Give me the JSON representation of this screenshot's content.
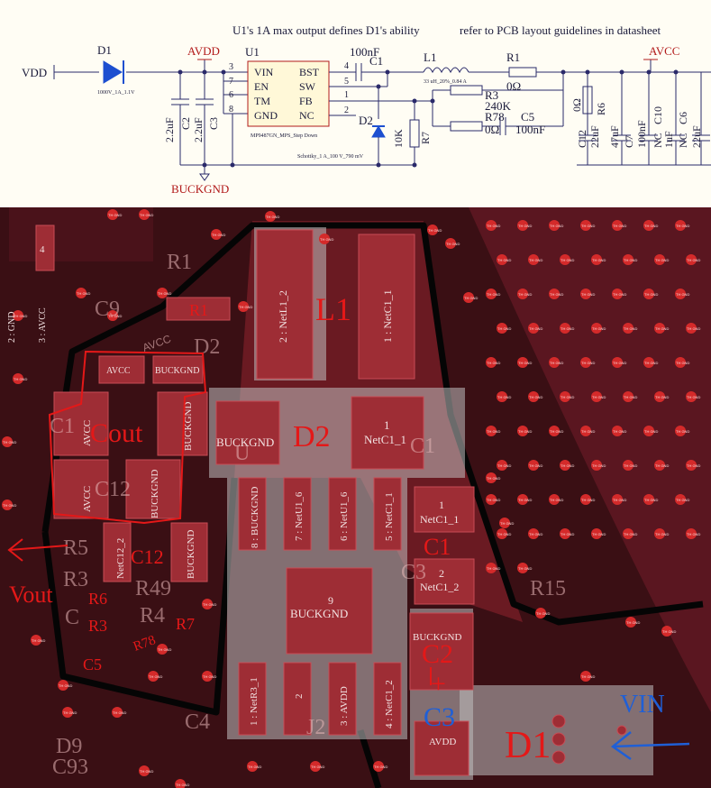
{
  "schematic": {
    "notes": {
      "d1_ability": "U1's 1A max output defines D1's ability",
      "pcb_guidelines": "refer to PCB layout guidelines in datasheet"
    },
    "nets": {
      "vdd": "VDD",
      "avdd": "AVDD",
      "avcc": "AVCC",
      "buckgnd": "BUCKGND"
    },
    "d1": {
      "ref": "D1",
      "value": "1000V_1A_1.1V"
    },
    "d2": {
      "ref": "D2",
      "value": "Schottky_1 A_100 V_790 mV"
    },
    "u1": {
      "ref": "U1",
      "part": "MP9487GN_MPS_Step Down",
      "pins_left": [
        {
          "num": "3",
          "name": "VIN"
        },
        {
          "num": "7",
          "name": "EN"
        },
        {
          "num": "6",
          "name": "TM"
        },
        {
          "num": "8",
          "name": "GND"
        }
      ],
      "pins_right": [
        {
          "num": "4",
          "name": "BST"
        },
        {
          "num": "5",
          "name": "SW"
        },
        {
          "num": "1",
          "name": "FB"
        },
        {
          "num": "2",
          "name": "NC"
        }
      ]
    },
    "c1": {
      "ref": "C1",
      "value": "100nF"
    },
    "c2": {
      "ref": "C2",
      "value": "2.2uF"
    },
    "c3": {
      "ref": "C3",
      "value": "2.2uF"
    },
    "l1": {
      "ref": "L1",
      "value": "33 uH_20%_0.84 A"
    },
    "r1": {
      "ref": "R1",
      "value": "0Ω"
    },
    "r3": {
      "ref": "R3",
      "value": "240K"
    },
    "r78": {
      "ref": "R78",
      "value": "0Ω"
    },
    "c5": {
      "ref": "C5",
      "value": "100nF"
    },
    "r7": {
      "ref": "R7",
      "value": "10K"
    },
    "c12": {
      "ref": "C12",
      "value": "22uF"
    },
    "r6": {
      "ref": "R6",
      "value": "0Ω"
    },
    "c7": {
      "ref": "C7",
      "value": "47uF"
    },
    "c10": {
      "ref": "C10",
      "value": "100nF",
      "value2": "NC"
    },
    "c6": {
      "ref": "C6",
      "value": "1uF",
      "value2": "NC"
    },
    "c_last": {
      "value": "22uF"
    }
  },
  "pcb": {
    "pads": {
      "l1_left": "2 : NetL1_2",
      "l1_right": "1 : NetC1_1",
      "avcc": "AVCC",
      "buckgnd": "BUCKGND",
      "d2_pad1_num": "1",
      "d2_pad1": "NetC1_1",
      "c1_pad1_num": "1",
      "c1_pad1": "NetC1_1",
      "c1_pad2_num": "2",
      "c1_pad2": "NetC1_2",
      "u1_p8": "8 : BUCKGND",
      "u1_p7": "7 : NetU1_6",
      "u1_p6": "6 : NetU1_6",
      "u1_p5": "5 : NetC1_1",
      "u1_p1": "1 : NetR3_1",
      "u1_p2": "2",
      "u1_p3": "3 : AVDD",
      "u1_p4": "4 : NetC1_2",
      "u1_ep_num": "9",
      "u1_ep": "BUCKGND",
      "c12_pad": "NetC12_2",
      "c2_top": "BUCKGND",
      "c2_bot": "AVDD",
      "left_gnd": "2 : GND",
      "left_avcc": "3 : AVCC",
      "small_4": "4",
      "pad_2": "2",
      "pad_1": "1"
    },
    "silk": {
      "r1": "R1",
      "c9": "C9",
      "d2": "D2",
      "c1_silk": "C1",
      "r15": "R15",
      "c3": "C3",
      "c4": "C4",
      "j2": "J2",
      "c93": "C93",
      "d9": "D9",
      "r5": "R5",
      "r3": "R3",
      "c_frag": "C",
      "u": "U",
      "avcc_silk": "AVCC",
      "c12_silk": "C12",
      "r4": "R4",
      "r49": "R49",
      "c_left": "C1"
    },
    "via_label": "TH GND",
    "annotations": {
      "l1": "L1",
      "d2": "D2",
      "cout": "Cout",
      "c12": "C12",
      "r1": "R1",
      "c1": "C1",
      "vout": "Vout",
      "r6": "R6",
      "r3": "R3",
      "r7": "R7",
      "r78": "R78",
      "c5": "C5",
      "c2": "C2",
      "plus": "+",
      "c3": "C3",
      "d1": "D1",
      "vin": "VIN"
    }
  },
  "colors": {
    "annotation_red": "#e41818",
    "annotation_blue": "#1f5fd6",
    "schem_wire": "#2a2a6a",
    "net_red": "#b21a1a",
    "pcb_board": "#3a0f14",
    "pcb_copper": "#6a1a22",
    "pad": "#c0c0c0"
  }
}
